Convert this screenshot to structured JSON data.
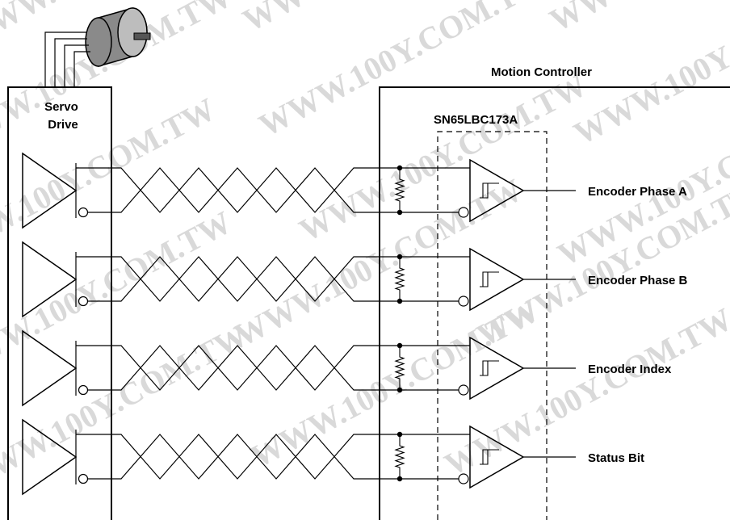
{
  "diagram": {
    "servo_drive_label_line1": "Servo",
    "servo_drive_label_line2": "Drive",
    "motion_controller_label": "Motion Controller",
    "receiver_chip_label": "SN65LBC173A",
    "channels": [
      {
        "output_label": "Encoder Phase A"
      },
      {
        "output_label": "Encoder Phase B"
      },
      {
        "output_label": "Encoder Index"
      },
      {
        "output_label": "Status Bit"
      }
    ],
    "watermark_text": "WWW.100Y.COM.TW"
  },
  "colors": {
    "line": "#000000",
    "motor_body": "#8a8a8a",
    "motor_shaft": "#555555",
    "watermark": "#d9d9d9"
  }
}
